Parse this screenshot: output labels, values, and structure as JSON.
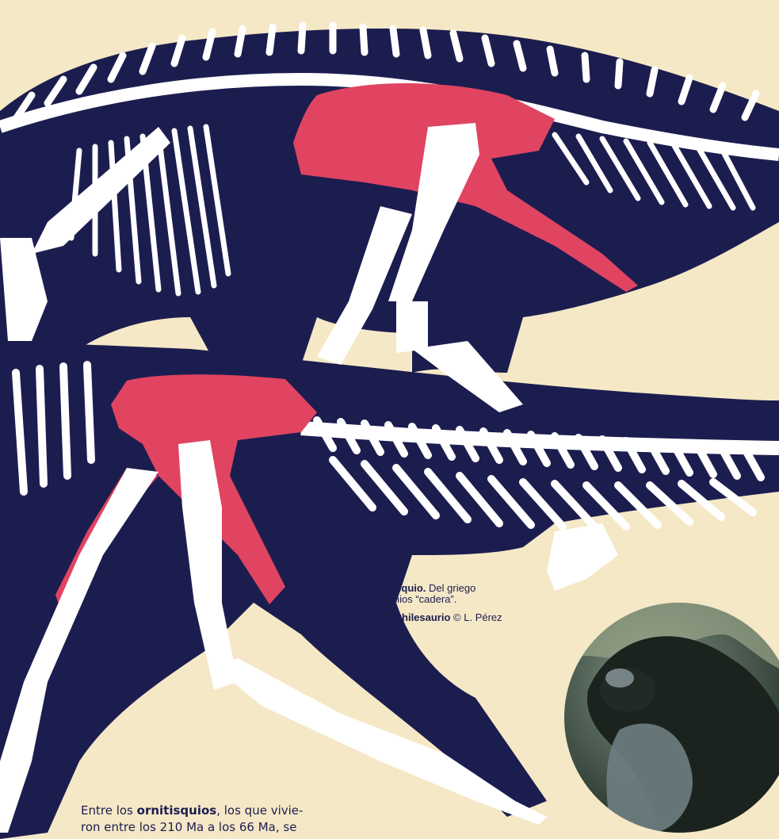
{
  "caption": {
    "ischium_arrow": "↖",
    "ischium_term": "Isquio.",
    "ischium_line1": "Del griego",
    "ischium_line2": "ischios “cadera”.",
    "photo_arrow": "→",
    "photo_name": "Chilesaurio",
    "photo_credit": "© L. Pérez"
  },
  "body_text": {
    "prefix": "Entre los ",
    "bold": "ornitisquios",
    "suffix": ", los que vivie-",
    "line2": "ron entre los 210 Ma a los 66 Ma, se"
  },
  "colors": {
    "background": "#f5e8c6",
    "silhouette": "#1c1d4f",
    "bone": "#ffffff",
    "pelvis": "#e04461"
  },
  "photo_icon": "chilesaurus-photo"
}
